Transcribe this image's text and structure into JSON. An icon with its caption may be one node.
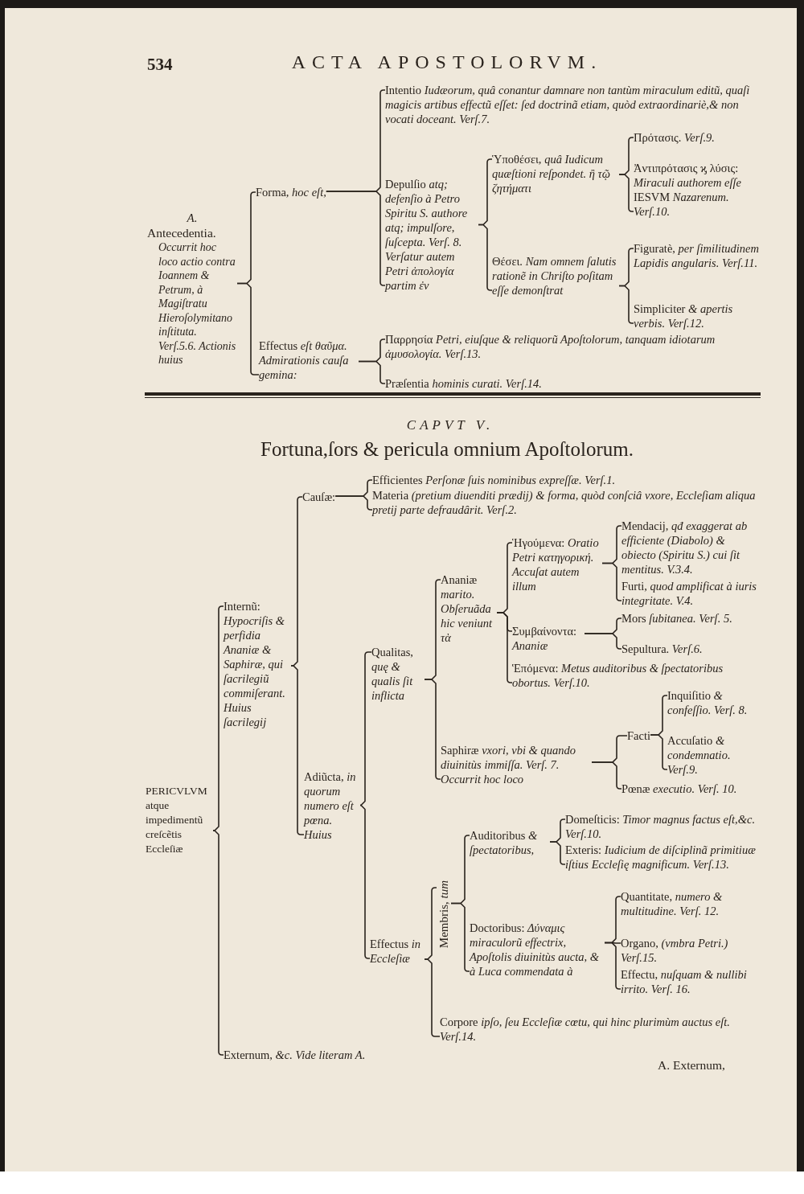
{
  "diagram": {
    "title": "ACTA APOSTOLORVM.",
    "nodes": [
      {
        "text": [
          "A.",
          "Antecedentia.",
          "Occurrit hoc loco actio contra Ioannem & Petrum, à Magiſtratu Hieroſolymitano inſtituta. Verſ.5.6. Actionis huius"
        ]
      },
      {
        "text": [
          "Forma, *hoc eſt,*"
        ]
      },
      {
        "text": [
          "Effectus *eſt θαῦμα. Admirationis cauſa gemina:*"
        ]
      },
      {
        "text": [
          "Intentio *Iudæorum, quâ conantur damnare non tantùm miraculum editũ, quaſi magicis artibus effectũ eſſet: ſed doctrinã etiam, quòd extraordinariè,& non vocati doceant. Verſ.7.*"
        ]
      },
      {
        "text": [
          "Depulſio *atq; defenſio à Petro Spiritu S. authore atq; impulſore, ſuſcepta. Verſ. 8. Verſatur autem Petri ἀπολογία partim ἐν*"
        ]
      },
      {
        "text": [
          "Ὑποθέσει, *quâ Iudicum quæſtioni reſpondet. ἢ τῷ ζητήματι*"
        ]
      },
      {
        "text": [
          "Πρότασις. *Verſ.9.*"
        ]
      },
      {
        "text": [
          "Ἀντιπρότασις ϗ λύσις: *Miraculi authorem eſſe* IESVM *Nazarenum. Verſ.10.*"
        ]
      },
      {
        "text": [
          "Θέσει. *Nam omnem ſalutis rationẽ in Chriſto poſitam eſſe demonſtrat*"
        ]
      },
      {
        "text": [
          "Figuratè, *per ſimilitudinem Lapidis angularis. Verſ.11.*"
        ]
      },
      {
        "text": [
          "Simpliciter *& apertis verbis. Verſ.12.*"
        ]
      },
      {
        "text": [
          "Παρρησία *Petri, eiuſque & reliquorũ Apoſtolorum, tanquam idiotarum ἀμυσολογία. Verſ.13.*"
        ]
      },
      {
        "text": [
          "Præſentia *hominis curati. Verſ.14.*"
        ]
      },
      {
        "text": [
          "PERICVLVM atque impedimentũ creſcẽtis Eccleſiæ"
        ]
      },
      {
        "text": [
          "Internũ: *Hypocriſis & perfidia Ananiæ & Saphiræ, qui ſacrilegiũ commiſerant. Huius ſacrilegij*"
        ]
      },
      {
        "text": [
          "Externum, *&c. Vide literam A.*"
        ]
      },
      {
        "text": [
          "Cauſæ:"
        ]
      },
      {
        "text": [
          "Adiũcta, *in quorum numero eſt pœna. Huius*"
        ]
      },
      {
        "text": [
          "Efficientes *Perſonæ ſuis nominibus expreſſæ. Verſ.1.*"
        ]
      },
      {
        "text": [
          "Materia *(pretium diuenditi prædij) & forma, quòd conſciâ vxore, Eccleſiam aliqua pretij parte defraudârit. Verſ.2.*"
        ]
      },
      {
        "text": [
          "Qualitas, *quę & qualis ſit inflicta*"
        ]
      },
      {
        "text": [
          "Effectus *in Eccleſiæ*"
        ]
      },
      {
        "text": [
          "Ananiæ *marito. Obſeruãda hic veniunt τὰ*"
        ]
      },
      {
        "text": [
          "Saphiræ *vxori, vbi & quando diuinitùs immiſſa. Verſ. 7. Occurrit hoc loco*"
        ]
      },
      {
        "text": [
          "Ἡγούμενα: *Oratio Petri κατηγορική. Accuſat autem illum*"
        ]
      },
      {
        "text": [
          "Συμβαίνοντα: *Ananiæ*"
        ]
      },
      {
        "text": [
          "Ἑπόμενα: *Metus auditoribus & ſpectatoribus obortus. Verſ.10.*"
        ]
      },
      {
        "text": [
          "Mendacij, *qđ exaggerat ab efficiente (Diabolo) & obiecto (Spiritu S.) cui ſit mentitus. V.3.4.*"
        ]
      },
      {
        "text": [
          "Furti, *quod amplificat à iuris integritate. V.4.*"
        ]
      },
      {
        "text": [
          "Mors *ſubitanea. Verſ. 5.*"
        ]
      },
      {
        "text": [
          "Sepultura. *Verſ.6.*"
        ]
      },
      {
        "text": [
          "Facti"
        ]
      },
      {
        "text": [
          "Pœnæ *executio. Verſ. 10.*"
        ]
      },
      {
        "text": [
          "Inquiſitio *& confeſſio. Verſ. 8.*"
        ]
      },
      {
        "text": [
          "Accuſatio *& condemnatio. Verſ.9.*"
        ]
      },
      {
        "text": [
          "Membris, *tum*"
        ]
      },
      {
        "text": [
          "Corpore *ipſo, ſeu Eccleſiæ cœtu, qui hinc plurimùm auctus eſt. Verſ.14.*"
        ]
      },
      {
        "text": [
          "Auditoribus *& ſpectatoribus,*"
        ]
      },
      {
        "text": [
          "Doctoribus: *Δύναμις miraculorũ effectrix, Apoſtolis diuinitùs aucta, & à Luca commendata à*"
        ]
      },
      {
        "text": [
          "Domeſticis: *Timor magnus factus eſt,&c. Verſ.10.*"
        ]
      },
      {
        "text": [
          "Exteris: *Iudicium de diſciplinã primitiuæ iſtius Eccleſię magnificum. Verſ.13.*"
        ]
      },
      {
        "text": [
          "Quantitate, *numero & multitudine. Verſ. 12.*"
        ]
      },
      {
        "text": [
          "Organo, *(vmbra Petri.) Verſ.15.*"
        ]
      },
      {
        "text": [
          "Effectu, *nuſquam & nullibi irrito. Verſ. 16.*"
        ]
      }
    ],
    "edges": [
      {
        "from": 0,
        "to": 1,
        "arrow": "none"
      },
      {
        "from": 0,
        "to": 2,
        "arrow": "none"
      },
      {
        "from": 1,
        "to": 3,
        "arrow": "none"
      },
      {
        "from": 1,
        "to": 4,
        "arrow": "none"
      },
      {
        "from": 4,
        "to": 5,
        "arrow": "none"
      },
      {
        "from": 4,
        "to": 8,
        "arrow": "none"
      },
      {
        "from": 5,
        "to": 6,
        "arrow": "none"
      },
      {
        "from": 5,
        "to": 7,
        "arrow": "none"
      },
      {
        "from": 8,
        "to": 9,
        "arrow": "none"
      },
      {
        "from": 8,
        "to": 10,
        "arrow": "none"
      },
      {
        "from": 2,
        "to": 11,
        "arrow": "none"
      },
      {
        "from": 2,
        "to": 12,
        "arrow": "none"
      },
      {
        "from": 13,
        "to": 14,
        "arrow": "none"
      },
      {
        "from": 13,
        "to": 15,
        "arrow": "none"
      },
      {
        "from": 14,
        "to": 16,
        "arrow": "none"
      },
      {
        "from": 14,
        "to": 17,
        "arrow": "none"
      },
      {
        "from": 16,
        "to": 18,
        "arrow": "none"
      },
      {
        "from": 16,
        "to": 19,
        "arrow": "none"
      },
      {
        "from": 17,
        "to": 20,
        "arrow": "none"
      },
      {
        "from": 17,
        "to": 21,
        "arrow": "none"
      },
      {
        "from": 20,
        "to": 22,
        "arrow": "none"
      },
      {
        "from": 20,
        "to": 23,
        "arrow": "none"
      },
      {
        "from": 22,
        "to": 24,
        "arrow": "none"
      },
      {
        "from": 22,
        "to": 25,
        "arrow": "none"
      },
      {
        "from": 22,
        "to": 26,
        "arrow": "none"
      },
      {
        "from": 24,
        "to": 27,
        "arrow": "none"
      },
      {
        "from": 24,
        "to": 28,
        "arrow": "none"
      },
      {
        "from": 25,
        "to": 29,
        "arrow": "none"
      },
      {
        "from": 25,
        "to": 30,
        "arrow": "none"
      },
      {
        "from": 23,
        "to": 31,
        "arrow": "none"
      },
      {
        "from": 23,
        "to": 32,
        "arrow": "none"
      },
      {
        "from": 31,
        "to": 33,
        "arrow": "none"
      },
      {
        "from": 31,
        "to": 34,
        "arrow": "none"
      },
      {
        "from": 21,
        "to": 35,
        "arrow": "none"
      },
      {
        "from": 21,
        "to": 36,
        "arrow": "none"
      },
      {
        "from": 35,
        "to": 37,
        "arrow": "none"
      },
      {
        "from": 35,
        "to": 38,
        "arrow": "none"
      },
      {
        "from": 37,
        "to": 39,
        "arrow": "none"
      },
      {
        "from": 37,
        "to": 40,
        "arrow": "none"
      },
      {
        "from": 38,
        "to": 41,
        "arrow": "none"
      },
      {
        "from": 38,
        "to": 42,
        "arrow": "none"
      },
      {
        "from": 38,
        "to": 43,
        "arrow": "none"
      }
    ],
    "labels": [
      "534",
      "CAPVT V.",
      "Fortuna,ſors & pericula omnium Apoſtolorum.",
      "A. Externum,"
    ]
  }
}
